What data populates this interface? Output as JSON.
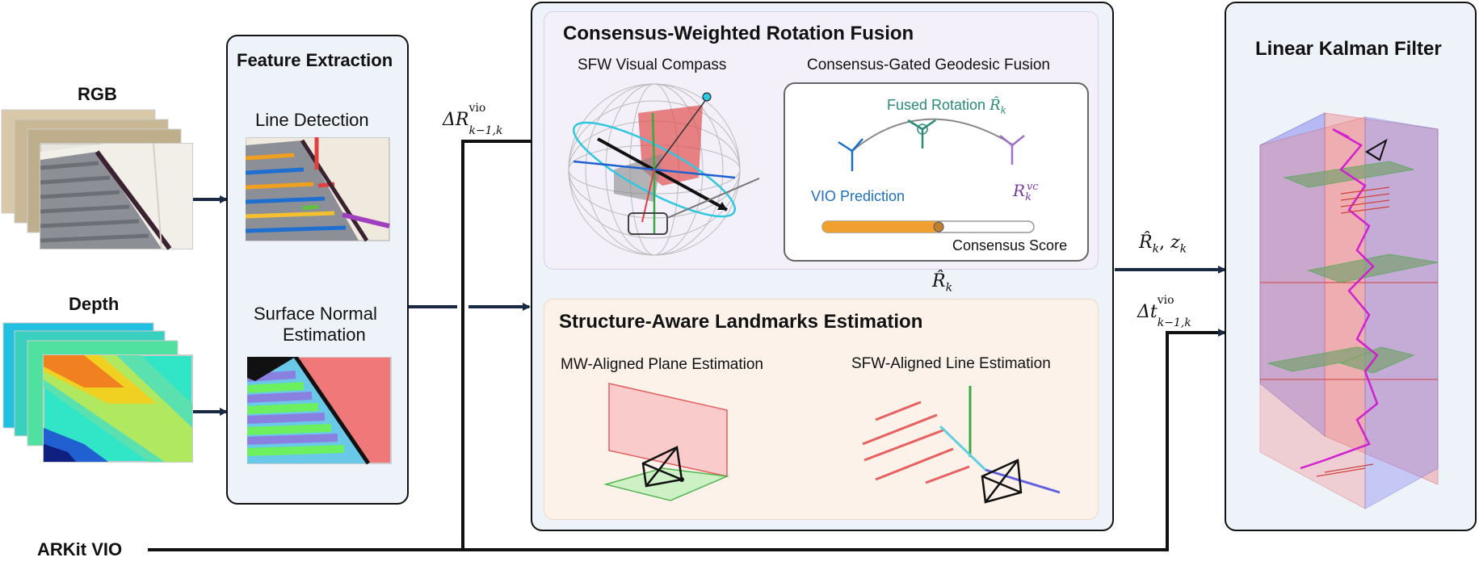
{
  "inputs": {
    "rgb_label": "RGB",
    "depth_label": "Depth",
    "arkit_label": "ARKit VIO"
  },
  "feature_extraction": {
    "title": "Feature Extraction",
    "line_detection": "Line Detection",
    "surface_normal_line1": "Surface Normal",
    "surface_normal_line2": "Estimation"
  },
  "rotation_fusion": {
    "title": "Consensus-Weighted Rotation Fusion",
    "compass_label": "SFW Visual Compass",
    "geodesic_label": "Consensus-Gated Geodesic Fusion",
    "fused_rotation": "Fused Rotation",
    "vio_prediction": "VIO Prediction",
    "consensus_score": "Consensus Score",
    "consensus_value": 0.55
  },
  "landmarks": {
    "title": "Structure-Aware Landmarks Estimation",
    "plane_label": "MW-Aligned Plane Estimation",
    "line_label": "SFW-Aligned Line Estimation"
  },
  "kalman": {
    "title": "Linear Kalman Filter"
  },
  "math": {
    "delta_r_base": "ΔR",
    "delta_r_sub": "k−1,k",
    "delta_r_sup": "vio",
    "r_hat_k": "R̂",
    "r_hat_sub": "k",
    "z_k": "z",
    "z_sub": "k",
    "delta_t_base": "Δt",
    "delta_t_sub": "k−1,k",
    "delta_t_sup": "vio",
    "r_vc_base": "R",
    "r_vc_sub": "k",
    "r_vc_sup": "vc"
  },
  "colors": {
    "arrow": "#1a2a44",
    "fusion_bg": "#f3f0fa",
    "landmark_bg": "#fdf2ea",
    "panel_bg": "#eef3fa",
    "fused_teal": "#2a8a78",
    "vio_blue": "#1e6fc0",
    "vc_purple": "#7a3aa0",
    "score_orange": "#f0a030"
  }
}
